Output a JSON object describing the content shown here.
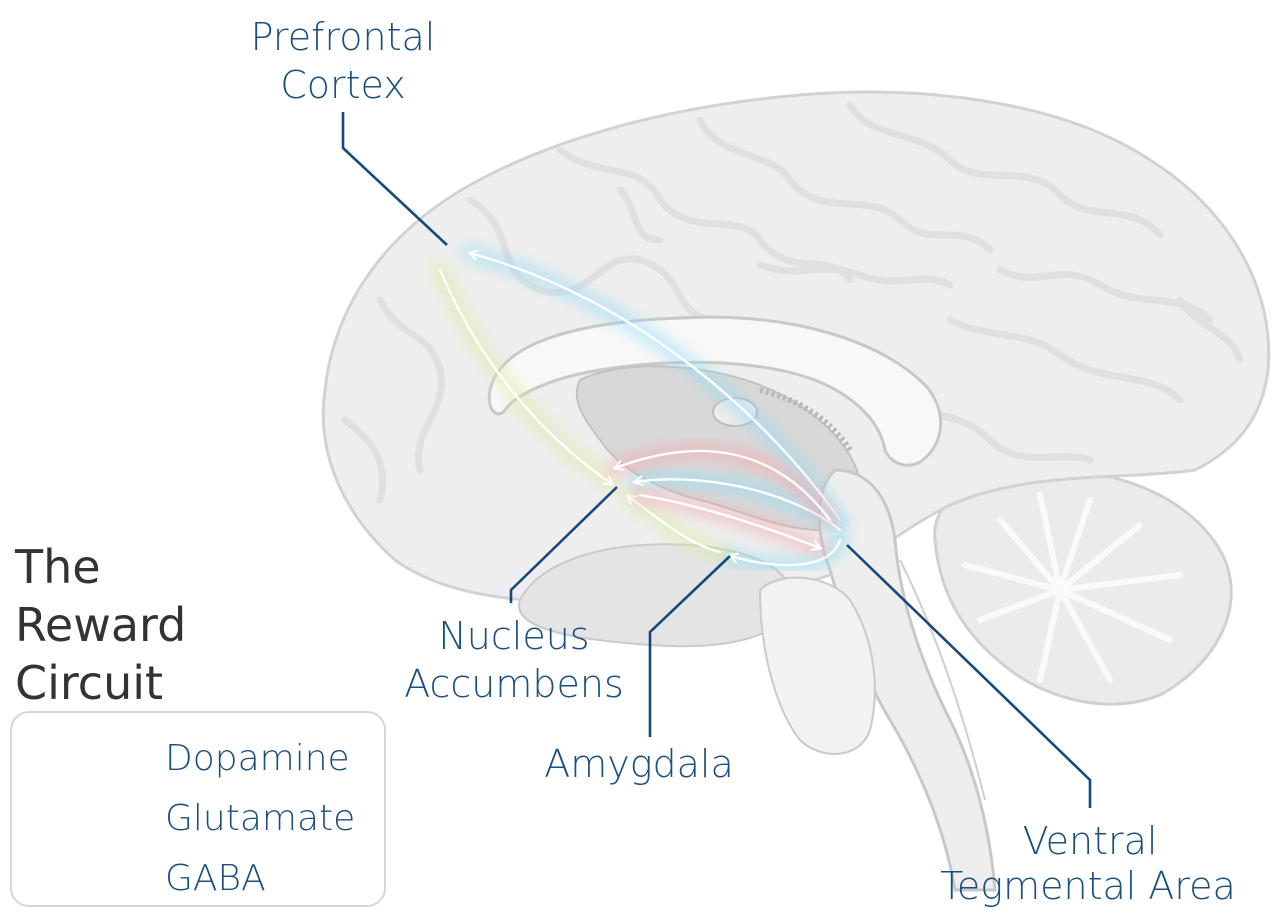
{
  "colors": {
    "dopamine": "#8fdcf3",
    "glutamate": "#d9ec9a",
    "gaba": "#f6a5aa",
    "label_text": "#1b4f80",
    "leader_line": "#174a7a",
    "title_text": "#333333"
  },
  "title": {
    "line1": "The",
    "line2": "Reward",
    "line3": "Circuit"
  },
  "regions": {
    "prefrontal_cortex": {
      "line1": "Prefrontal",
      "line2": "Cortex"
    },
    "nucleus_accumbens": {
      "line1": "Nucleus",
      "line2": "Accumbens"
    },
    "amygdala": {
      "line1": "Amygdala"
    },
    "vta": {
      "line1": "Ventral",
      "line2": "Tegmental Area"
    }
  },
  "legend": {
    "items": [
      {
        "label": "Dopamine",
        "color_key": "dopamine"
      },
      {
        "label": "Glutamate",
        "color_key": "glutamate"
      },
      {
        "label": "GABA",
        "color_key": "gaba"
      }
    ]
  }
}
